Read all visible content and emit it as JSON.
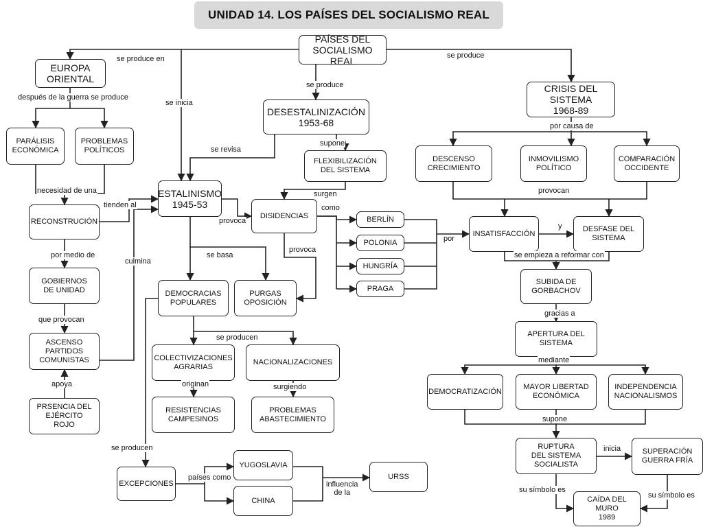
{
  "title": "UNIDAD 14. LOS PAÍSES DEL SOCIALISMO REAL",
  "nodes": {
    "paises": "PAÍSES DEL\nSOCIALISMO REAL",
    "europa": "EUROPA\nORIENTAL",
    "desestalinizacion": "DESESTALINIZACIÓN\n1953-68",
    "crisis": "CRISIS DEL\nSISTEMA\n1968-89",
    "paralisis": "PARÁLISIS\nECONÓMICA",
    "problemas_pol": "PROBLEMAS\nPOLÍTICOS",
    "flexibilizacion": "FLEXIBILIZACIÓN\nDEL SISTEMA",
    "descenso": "DESCENSO\nCRECIMIENTO",
    "inmovilismo": "INMOVILISMO\nPOLÍTICO",
    "comparacion": "COMPARACIÓN\nOCCIDENTE",
    "estalinismo": "ESTALINISMO\n1945-53",
    "disidencias": "DISIDENCIAS",
    "reconstrucion": "RECONSTRUCIÓN",
    "berlin": "BERLÍN",
    "polonia": "POLONIA",
    "hungria": "HUNGRÍA",
    "praga": "PRAGA",
    "insatisfaccion": "INSATISFACCIÓN",
    "desfase": "DESFASE DEL\nSISTEMA",
    "gobiernos": "GOBIERNOS\nDE UNIDAD",
    "democracias": "DEMOCRACIAS\nPOPULARES",
    "purgas": "PURGAS\nOPOSICIÓN",
    "gorbachov": "SUBIDA DE\nGORBACHOV",
    "ascenso": "ASCENSO\nPARTIDOS\nCOMUNISTAS",
    "colectivizaciones": "COLECTIVIZACIONES\nAGRARIAS",
    "nacionalizaciones": "NACIONALIZACIONES",
    "apertura": "APERTURA  DEL\nSISTEMA",
    "democratizacion": "DEMOCRATIZACIÓN",
    "libertad": "MAYOR LIBERTAD\nECONÓMICA",
    "independencia": "INDEPENDENCIA\nNACIONALISMOS",
    "ejercito": "PRSENCIA DEL\nEJÉRCITO\nROJO",
    "resistencias": "RESISTENCIAS\nCAMPESINOS",
    "abastecimiento": "PROBLEMAS\nABASTECIMIENTO",
    "ruptura": "RUPTURA\nDEL SISTEMA\nSOCIALISTA",
    "superacion": "SUPERACIÓN\nGUERRA FRÍA",
    "yugoslavia": "YUGOSLAVIA",
    "urss": "URSS",
    "excepciones": "EXCEPCIONES",
    "china": "CHINA",
    "caida": "CAÍDA DEL\nMURO\n1989"
  },
  "labels": {
    "se_produce_en": "se produce en",
    "se_produce_top": "se produce",
    "se_produce_right": "se produce",
    "despues": "después de la guerra se produce",
    "se_inicia": "se inicia",
    "por_causa_de": "por causa de",
    "supone_1": "supone",
    "se_revisa": "se revisa",
    "necesidad": "necesidad de una",
    "surgen": "surgen",
    "provocan": "provocan",
    "tienden_al": "tienden al",
    "como": "como",
    "provoca_1": "provoca",
    "y": "y",
    "por": "por",
    "provoca_2": "provoca",
    "por_medio_de": "por medio de",
    "se_basa": "se basa",
    "se_empieza": "se empieza a reformar con",
    "culmina": "culmina",
    "gracias_a": "gracias a",
    "que_provocan": "que provocan",
    "se_producen_1": "se producen",
    "mediante": "mediante",
    "apoya": "apoya",
    "originan": "originan",
    "surgiendo": "surgiendo",
    "supone_2": "supone",
    "se_producen_2": "se producen",
    "inicia": "inicia",
    "paises_como": "países como",
    "influencia": "influencia\nde la",
    "su_simbolo_1": "su símbolo es",
    "su_simbolo_2": "su símbolo es"
  }
}
